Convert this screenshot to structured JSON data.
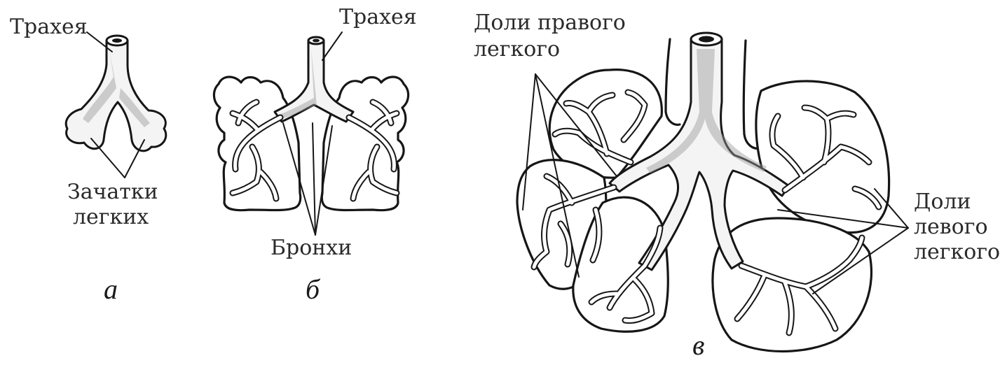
{
  "panel_a": {
    "label_trachea": "Трахея",
    "label_buds_line1": "Зачатки",
    "label_buds_line2": "легких",
    "letter": "а"
  },
  "panel_b": {
    "label_trachea": "Трахея",
    "label_bronchi": "Бронхи",
    "letter": "б"
  },
  "panel_c": {
    "label_right_line1": "Доли правого",
    "label_right_line2": "легкого",
    "label_left_line1": "Доли",
    "label_left_line2": "левого",
    "label_left_line3": "легкого",
    "letter": "в"
  }
}
